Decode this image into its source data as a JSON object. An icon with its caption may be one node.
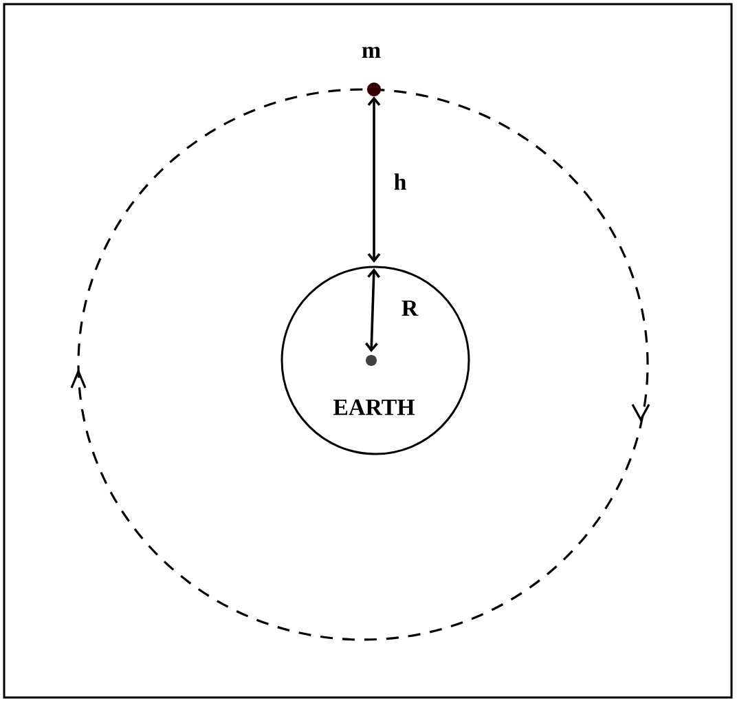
{
  "diagram": {
    "nodes": [
      {
        "text": [
          "EARTH"
        ]
      }
    ],
    "labels": [
      "m",
      "h",
      "R"
    ]
  }
}
